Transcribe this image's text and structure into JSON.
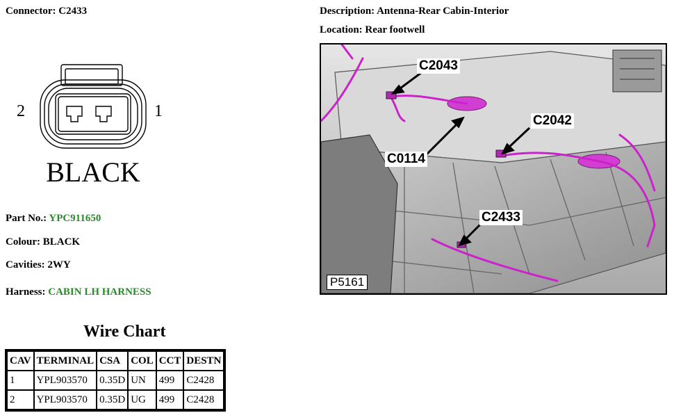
{
  "connector": {
    "label": "Connector:",
    "value": "C2433",
    "color_text": "BLACK",
    "pin_left": "2",
    "pin_right": "1"
  },
  "details": {
    "part_no_label": "Part No.:",
    "part_no": "YPC911650",
    "colour_label": "Colour:",
    "colour": "BLACK",
    "cavities_label": "Cavities:",
    "cavities": "2WY",
    "harness_label": "Harness:",
    "harness": "CABIN LH HARNESS"
  },
  "description": {
    "label": "Description:",
    "value": "Antenna-Rear Cabin-Interior"
  },
  "location": {
    "label": "Location:",
    "value": "Rear footwell"
  },
  "photo": {
    "code": "P5161",
    "callouts": [
      "C2043",
      "C2042",
      "C0114",
      "C2433"
    ]
  },
  "wire_chart": {
    "title": "Wire Chart",
    "headers": [
      "CAV",
      "TERMINAL",
      "CSA",
      "COL",
      "CCT",
      "DESTN"
    ],
    "rows": [
      [
        "1",
        "YPL903570",
        "0.35D",
        "UN",
        "499",
        "C2428"
      ],
      [
        "2",
        "YPL903570",
        "0.35D",
        "UG",
        "499",
        "C2428"
      ]
    ]
  },
  "colors": {
    "accent_green": "#2a8a2a",
    "harness_magenta": "#cc22cc"
  }
}
